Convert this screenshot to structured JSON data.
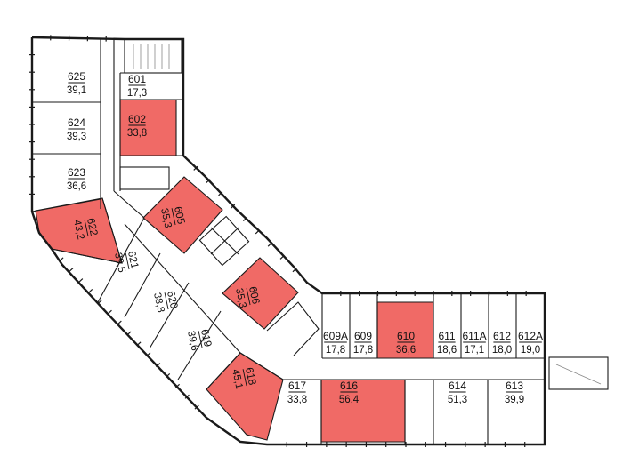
{
  "plan": {
    "colors": {
      "highlight": "#f06a66",
      "wall": "#1a1a1a",
      "background": "#ffffff"
    },
    "rooms": [
      {
        "id": "625",
        "area": "39,1",
        "highlighted": false
      },
      {
        "id": "624",
        "area": "39,3",
        "highlighted": false
      },
      {
        "id": "623",
        "area": "36,6",
        "highlighted": false
      },
      {
        "id": "622",
        "area": "43,2",
        "highlighted": true
      },
      {
        "id": "621",
        "area": "39,5",
        "highlighted": false
      },
      {
        "id": "620",
        "area": "38,8",
        "highlighted": false
      },
      {
        "id": "619",
        "area": "39,6",
        "highlighted": false
      },
      {
        "id": "618",
        "area": "45,1",
        "highlighted": true
      },
      {
        "id": "601",
        "area": "17,3",
        "highlighted": false
      },
      {
        "id": "602",
        "area": "33,8",
        "highlighted": true
      },
      {
        "id": "605",
        "area": "35,3",
        "highlighted": true
      },
      {
        "id": "606",
        "area": "35,3",
        "highlighted": true
      },
      {
        "id": "609А",
        "area": "17,8",
        "highlighted": false
      },
      {
        "id": "609",
        "area": "17,8",
        "highlighted": false
      },
      {
        "id": "610",
        "area": "36,6",
        "highlighted": true
      },
      {
        "id": "611",
        "area": "18,6",
        "highlighted": false
      },
      {
        "id": "611А",
        "area": "17,1",
        "highlighted": false
      },
      {
        "id": "612",
        "area": "18,0",
        "highlighted": false
      },
      {
        "id": "612А",
        "area": "19,0",
        "highlighted": false
      },
      {
        "id": "617",
        "area": "33,8",
        "highlighted": false
      },
      {
        "id": "616",
        "area": "56,4",
        "highlighted": true
      },
      {
        "id": "614",
        "area": "51,3",
        "highlighted": false
      },
      {
        "id": "613",
        "area": "39,9",
        "highlighted": false
      }
    ]
  }
}
